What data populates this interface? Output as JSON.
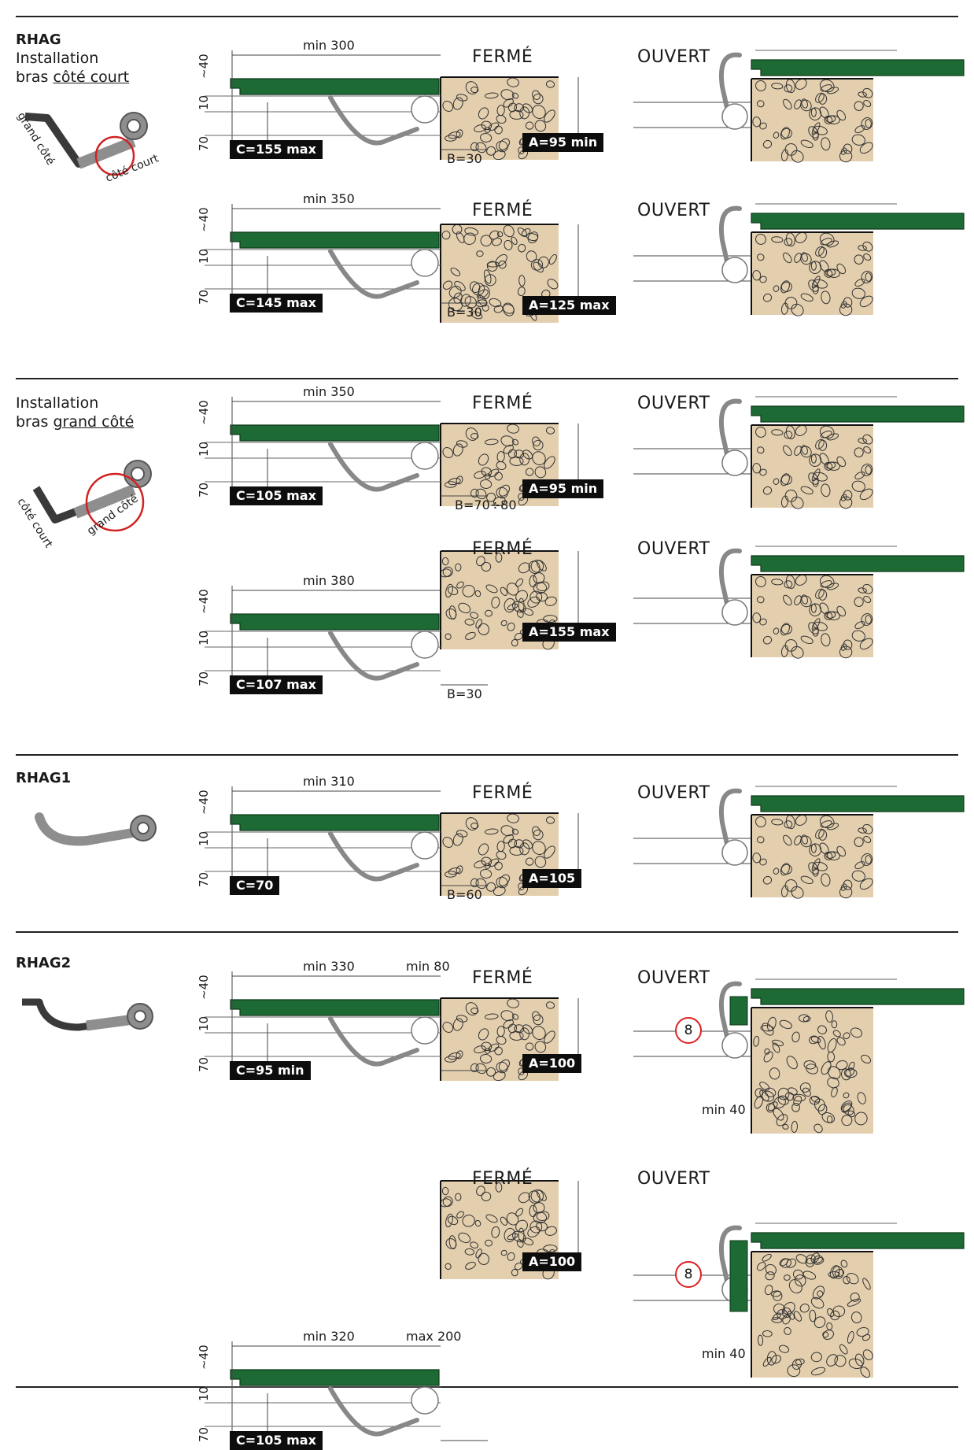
{
  "sections": [
    {
      "id": "rhag",
      "title": "RHAG",
      "subtitle_line1": "Installation",
      "subtitle_prefix": "bras ",
      "subtitle_underlined": "côté court",
      "arm_labels": [
        "grand côté",
        "côté court"
      ],
      "rows": [
        {
          "closed_label": "FERMÉ",
          "open_label": "OUVERT",
          "width_dim": "min 300",
          "a": "A=95 min",
          "b": "B=30",
          "c": "C=155 max"
        },
        {
          "closed_label": "FERMÉ",
          "open_label": "OUVERT",
          "width_dim": "min 350",
          "a": "A=125 max",
          "b": "B=30",
          "c": "C=145 max"
        }
      ]
    },
    {
      "id": "rhag-grand",
      "title": "",
      "subtitle_line1": "Installation",
      "subtitle_prefix": "bras ",
      "subtitle_underlined": "grand côté",
      "arm_labels": [
        "côté court",
        "grand côté"
      ],
      "rows": [
        {
          "closed_label": "FERMÉ",
          "open_label": "OUVERT",
          "width_dim": "min 350",
          "a": "A=95 min",
          "b": "B=70÷80",
          "c": "C=105 max"
        },
        {
          "closed_label": "FERMÉ",
          "open_label": "OUVERT",
          "width_dim": "min 380",
          "a": "A=155 max",
          "b": "B=30",
          "c": "C=107 max"
        }
      ]
    },
    {
      "id": "rhag1",
      "title": "RHAG1",
      "rows": [
        {
          "closed_label": "FERMÉ",
          "open_label": "OUVERT",
          "width_dim": "min 310",
          "a": "A=105",
          "b": "B=60",
          "c": "C=70"
        }
      ]
    },
    {
      "id": "rhag2",
      "title": "RHAG2",
      "rows": [
        {
          "closed_label": "FERMÉ",
          "open_label": "OUVERT",
          "width_dim": "min 330",
          "width_dim2": "min 80",
          "a": "A=100",
          "c": "C=95 min",
          "callout": "8",
          "open_dim": "min 40"
        },
        {
          "closed_label": "FERMÉ",
          "open_label": "OUVERT",
          "width_dim": "min 320",
          "width_dim2": "max 200",
          "a": "A=100",
          "c": "C=105 max",
          "callout": "8",
          "open_dim": "min 40"
        }
      ]
    }
  ],
  "vertical_dims": [
    "~40",
    "10",
    "70"
  ],
  "colors": {
    "green": "#1e6a34",
    "stone": "#e3cfae",
    "arm": "#8e8e8e",
    "arm_dark": "#3a3a3a",
    "badge": "#0d0d0d",
    "callout_ring": "#d22222"
  }
}
